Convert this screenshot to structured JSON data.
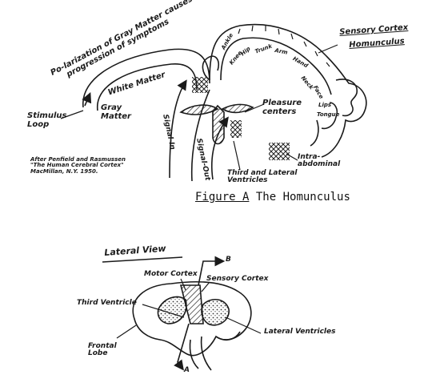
{
  "figure_a": {
    "labels": {
      "polarization": "Po-larization of Gray Matter causes",
      "progression": "progression of symptoms",
      "white_matter": "White Matter",
      "gray_matter_line1": "Gray",
      "gray_matter_line2": "Matter",
      "stimulus_line1": "Stimulus",
      "stimulus_line2": "Loop",
      "signal_in": "Signal-In",
      "signal_out": "Signal-Out",
      "sensory_cortex": "Sensory Cortex",
      "homunculus": "Homunculus",
      "pleasure_line1": "Pleasure",
      "pleasure_line2": "centers",
      "third_lateral_line1": "Third and Lateral",
      "third_lateral_line2": "Ventricles",
      "intra_line1": "Intra-",
      "intra_line2": "abdominal",
      "source_line1": "After Penfield and Rasmussen",
      "source_line2": "\"The Human Cerebral Cortex\"",
      "source_line3": "MacMillan, N.Y. 1950.",
      "body_ankle": "Ankle",
      "body_knee": "Knee",
      "body_hip": "Hip",
      "body_trunk": "Trunk",
      "body_arm": "Arm",
      "body_hand": "Hand",
      "body_neck": "Neck",
      "body_face": "Face",
      "body_lips": "Lips",
      "body_tongue": "Tongue"
    },
    "caption_prefix": "Figure A",
    "caption_title": "The Homunculus"
  },
  "lateral_view": {
    "title": "Lateral View",
    "motor_cortex": "Motor Cortex",
    "sensory_cortex": "Sensory Cortex",
    "third_ventricle": "Third Ventricle",
    "lateral_ventricles": "Lateral Ventricles",
    "frontal_lobe_line1": "Frontal",
    "frontal_lobe_line2": "Lobe",
    "marker_b": "B",
    "marker_a": "A"
  }
}
